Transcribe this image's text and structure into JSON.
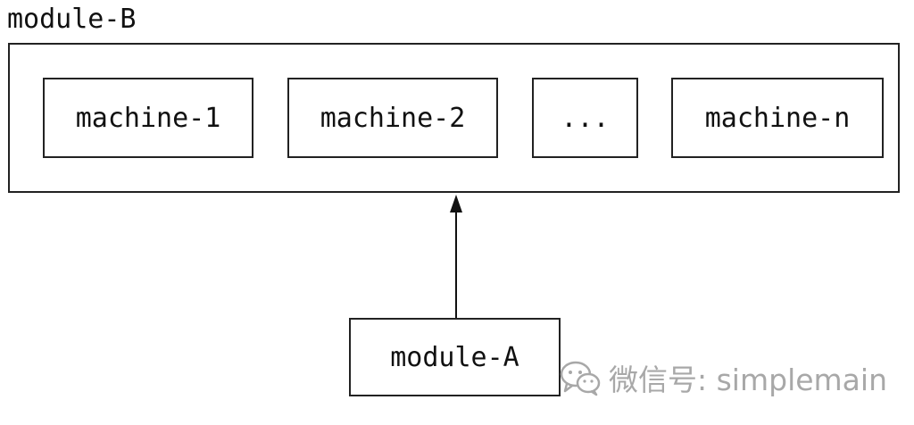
{
  "diagram": {
    "group": {
      "label": "module-B",
      "machines": [
        "machine-1",
        "machine-2",
        "...",
        "machine-n"
      ]
    },
    "client": {
      "label": "module-A"
    },
    "edge": {
      "from": "module-A",
      "to": "module-B"
    }
  },
  "watermark": {
    "icon": "wechat-icon",
    "text": "微信号: simplemain"
  }
}
